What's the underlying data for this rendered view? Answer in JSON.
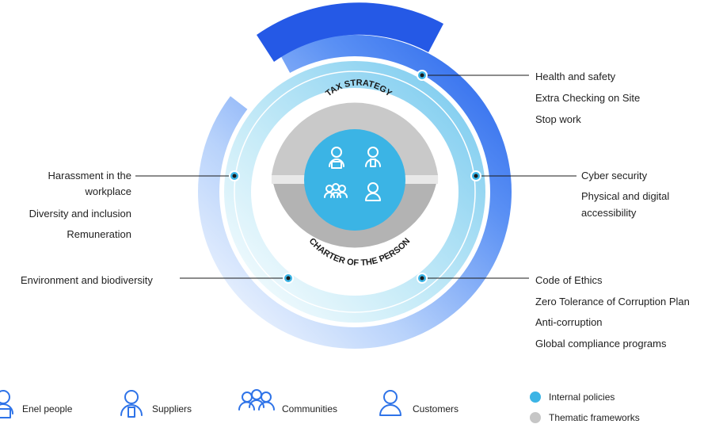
{
  "rings": {
    "outer_title": "HUMAN RIGHTS POLICY",
    "inner_top_title": "TAX STRATEGY",
    "inner_bottom_title": "CHARTER OF THE PERSON"
  },
  "labels": {
    "top_right": [
      "Health and safety",
      "Extra Checking on Site",
      "Stop work"
    ],
    "mid_right": [
      "Cyber security",
      "Physical and digital",
      "accessibility"
    ],
    "bottom_right": [
      "Code of Ethics",
      "Zero Tolerance of Corruption Plan",
      "Anti-corruption",
      "Global compliance programs"
    ],
    "mid_left": [
      "Harassment in the",
      "workplace",
      "Diversity and inclusion",
      "Remuneration"
    ],
    "bottom_left": [
      "Environment and biodiversity"
    ]
  },
  "stakeholders": [
    {
      "icon": "enel-people-icon",
      "label": "Enel people"
    },
    {
      "icon": "suppliers-icon",
      "label": "Suppliers"
    },
    {
      "icon": "communities-icon",
      "label": "Communities"
    },
    {
      "icon": "customers-icon",
      "label": "Customers"
    }
  ],
  "legend": [
    {
      "label": "Internal policies",
      "color": "#3bb4e5"
    },
    {
      "label": "Thematic frameworks",
      "color": "#c6c6c6"
    }
  ],
  "colors": {
    "outer_ring": "#2c6ef0",
    "inner_ring": "#7fcdef",
    "core": "#3bb4e5",
    "grey_band": "#c6c6c6",
    "icon_stroke": "#2e73e8"
  }
}
